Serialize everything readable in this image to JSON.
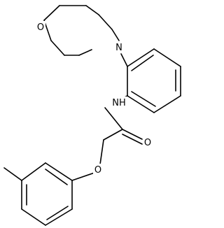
{
  "molecule": {
    "atom_labels": {
      "morpholine_oxygen": "O",
      "morpholine_nitrogen": "N",
      "amide_nh": "NH",
      "carbonyl_oxygen": "O",
      "ether_oxygen": "O"
    }
  }
}
